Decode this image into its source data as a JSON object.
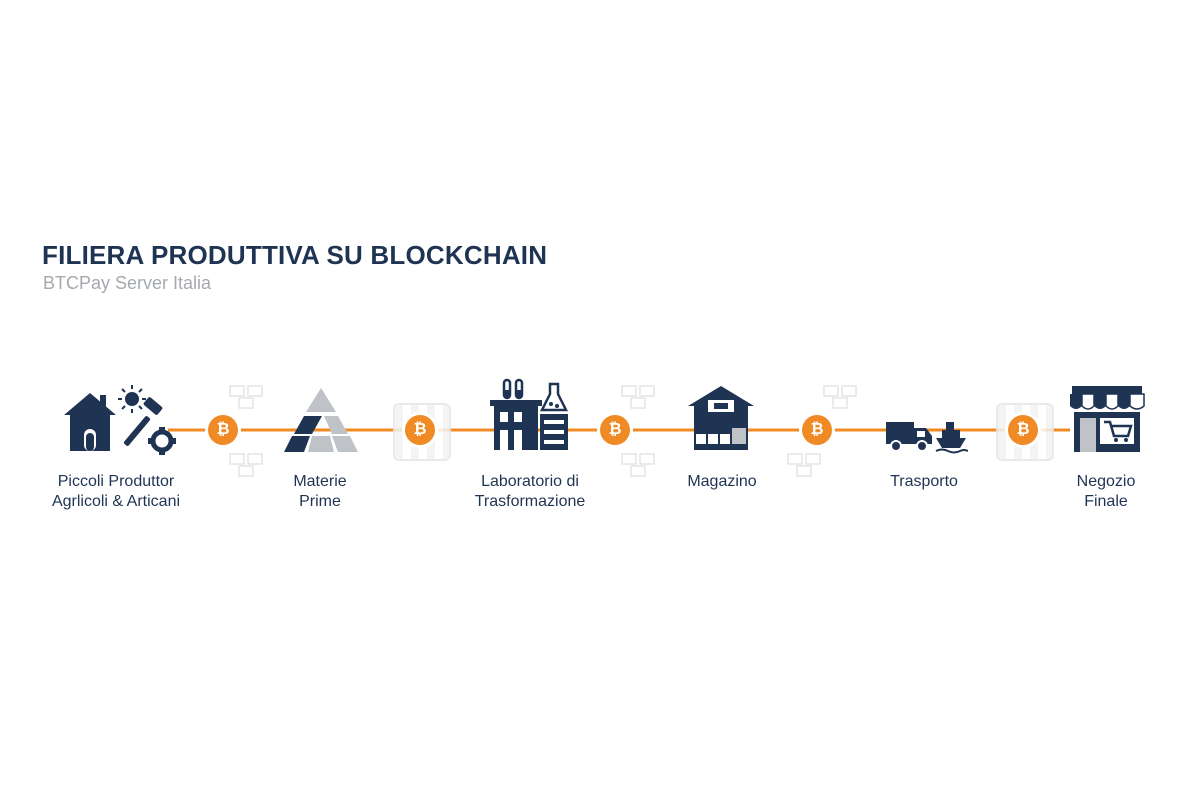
{
  "header": {
    "title": "FILIERA PRODUTTIVA SU BLOCKCHAIN",
    "subtitle": "BTCPay Server Italia"
  },
  "colors": {
    "navy": "#1f3453",
    "orange": "#f08a24",
    "grey": "#bfc3c8"
  },
  "bitcoin_symbol": "₿",
  "stages": [
    {
      "icon": "farm-tools-icon",
      "label_lines": [
        "Piccoli Produttor",
        "Agrlicoli & Articani"
      ]
    },
    {
      "icon": "raw-materials-icon",
      "label_lines": [
        "Materie",
        "Prime"
      ]
    },
    {
      "icon": "laboratory-factory-icon",
      "label_lines": [
        "Laboratorio di",
        "Trasformazione"
      ]
    },
    {
      "icon": "warehouse-icon",
      "label_lines": [
        "Magazino"
      ]
    },
    {
      "icon": "truck-ship-icon",
      "label_lines": [
        "Trasporto"
      ]
    },
    {
      "icon": "shop-cart-icon",
      "label_lines": [
        "Negozio",
        "Finale"
      ]
    }
  ]
}
